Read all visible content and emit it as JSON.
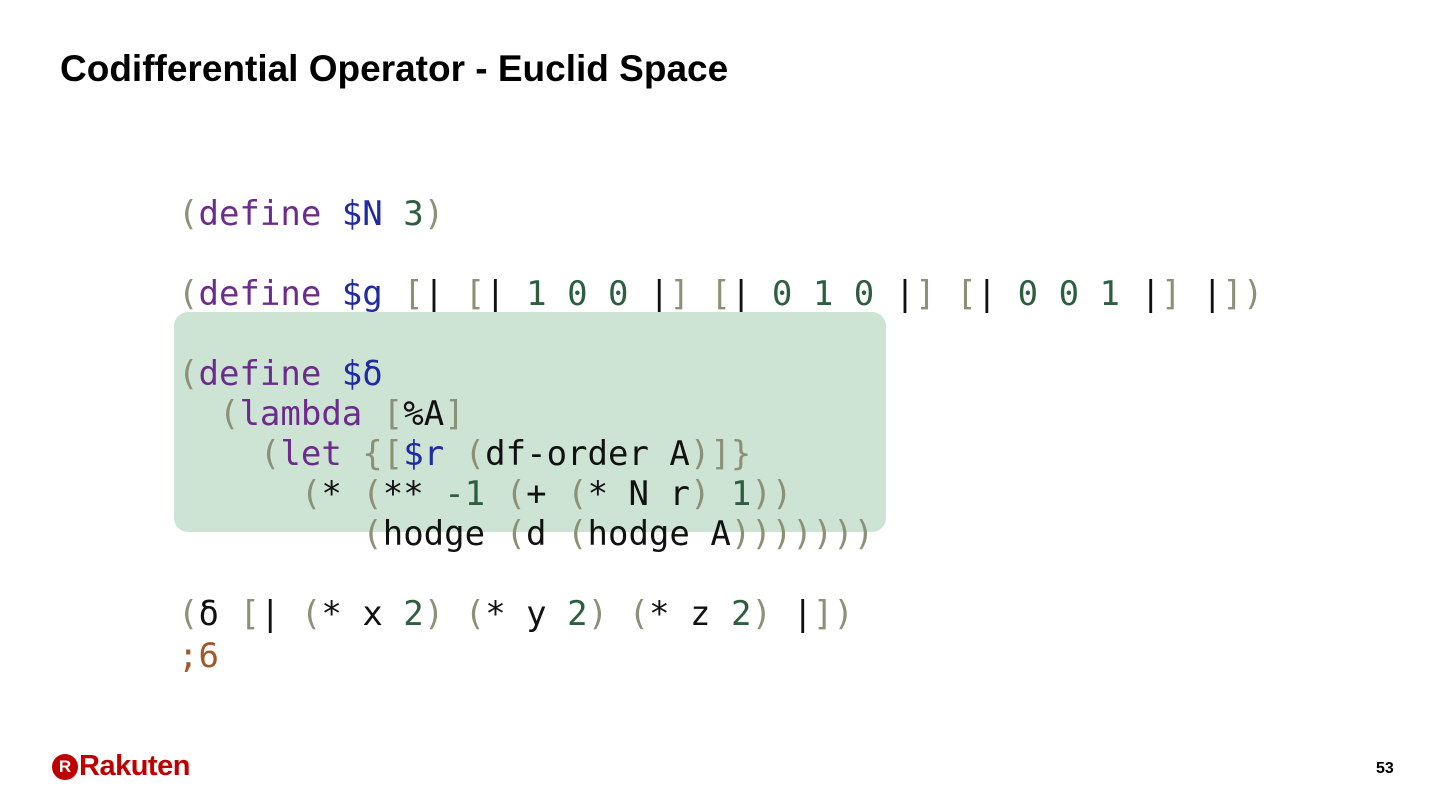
{
  "slide": {
    "title": "Codifferential Operator - Euclid Space",
    "page_number": "53"
  },
  "brand": {
    "logo_mark": "R",
    "logo_text": "Rakuten",
    "color": "#bf0000"
  },
  "colors": {
    "paren": "#8c9076",
    "keyword": "#6e2b8e",
    "variable": "#1f2aa3",
    "number": "#2c5e3f",
    "comment": "#a0592b",
    "highlight_bg": "#cde3d3"
  },
  "code": {
    "line_n": [
      {
        "t": "(",
        "c": "p"
      },
      {
        "t": "define",
        "c": "kw"
      },
      {
        "t": " "
      },
      {
        "t": "$N",
        "c": "v"
      },
      {
        "t": " "
      },
      {
        "t": "3",
        "c": "n"
      },
      {
        "t": ")",
        "c": "p"
      }
    ],
    "line_g": [
      {
        "t": "(",
        "c": "p"
      },
      {
        "t": "define",
        "c": "kw"
      },
      {
        "t": " "
      },
      {
        "t": "$g",
        "c": "v"
      },
      {
        "t": " "
      },
      {
        "t": "[",
        "c": "p"
      },
      {
        "t": "|",
        "c": "t"
      },
      {
        "t": " "
      },
      {
        "t": "[",
        "c": "p"
      },
      {
        "t": "|",
        "c": "t"
      },
      {
        "t": " "
      },
      {
        "t": "1 0 0",
        "c": "n"
      },
      {
        "t": " "
      },
      {
        "t": "|",
        "c": "t"
      },
      {
        "t": "]",
        "c": "p"
      },
      {
        "t": " "
      },
      {
        "t": "[",
        "c": "p"
      },
      {
        "t": "|",
        "c": "t"
      },
      {
        "t": " "
      },
      {
        "t": "0 1 0",
        "c": "n"
      },
      {
        "t": " "
      },
      {
        "t": "|",
        "c": "t"
      },
      {
        "t": "]",
        "c": "p"
      },
      {
        "t": " "
      },
      {
        "t": "[",
        "c": "p"
      },
      {
        "t": "|",
        "c": "t"
      },
      {
        "t": " "
      },
      {
        "t": "0 0 1",
        "c": "n"
      },
      {
        "t": " "
      },
      {
        "t": "|",
        "c": "t"
      },
      {
        "t": "]",
        "c": "p"
      },
      {
        "t": " "
      },
      {
        "t": "|",
        "c": "t"
      },
      {
        "t": "]",
        "c": "p"
      },
      {
        "t": ")",
        "c": "p"
      }
    ],
    "block_delta": [
      {
        "t": "(",
        "c": "p"
      },
      {
        "t": "define",
        "c": "kw"
      },
      {
        "t": " "
      },
      {
        "t": "$δ",
        "c": "v"
      },
      {
        "t": "\n"
      },
      {
        "t": "  "
      },
      {
        "t": "(",
        "c": "p"
      },
      {
        "t": "lambda",
        "c": "kw"
      },
      {
        "t": " "
      },
      {
        "t": "[",
        "c": "p"
      },
      {
        "t": "%A",
        "c": "t"
      },
      {
        "t": "]",
        "c": "p"
      },
      {
        "t": "\n"
      },
      {
        "t": "    "
      },
      {
        "t": "(",
        "c": "p"
      },
      {
        "t": "let",
        "c": "kw"
      },
      {
        "t": " "
      },
      {
        "t": "{[",
        "c": "p"
      },
      {
        "t": "$r",
        "c": "v"
      },
      {
        "t": " "
      },
      {
        "t": "(",
        "c": "p"
      },
      {
        "t": "df-order A",
        "c": "t"
      },
      {
        "t": ")]}",
        "c": "p"
      },
      {
        "t": "\n"
      },
      {
        "t": "      "
      },
      {
        "t": "(",
        "c": "p"
      },
      {
        "t": "*",
        "c": "t"
      },
      {
        "t": " "
      },
      {
        "t": "(",
        "c": "p"
      },
      {
        "t": "**",
        "c": "t"
      },
      {
        "t": " "
      },
      {
        "t": "-1",
        "c": "n"
      },
      {
        "t": " "
      },
      {
        "t": "(",
        "c": "p"
      },
      {
        "t": "+",
        "c": "t"
      },
      {
        "t": " "
      },
      {
        "t": "(",
        "c": "p"
      },
      {
        "t": "* N r",
        "c": "t"
      },
      {
        "t": ")",
        "c": "p"
      },
      {
        "t": " "
      },
      {
        "t": "1",
        "c": "n"
      },
      {
        "t": "))",
        "c": "p"
      },
      {
        "t": "\n"
      },
      {
        "t": "         "
      },
      {
        "t": "(",
        "c": "p"
      },
      {
        "t": "hodge",
        "c": "t"
      },
      {
        "t": " "
      },
      {
        "t": "(",
        "c": "p"
      },
      {
        "t": "d",
        "c": "t"
      },
      {
        "t": " "
      },
      {
        "t": "(",
        "c": "p"
      },
      {
        "t": "hodge A",
        "c": "t"
      },
      {
        "t": ")))))))",
        "c": "p"
      }
    ],
    "line_delta_call": [
      {
        "t": "(",
        "c": "p"
      },
      {
        "t": "δ",
        "c": "t"
      },
      {
        "t": " "
      },
      {
        "t": "[",
        "c": "p"
      },
      {
        "t": "|",
        "c": "t"
      },
      {
        "t": " "
      },
      {
        "t": "(",
        "c": "p"
      },
      {
        "t": "* x",
        "c": "t"
      },
      {
        "t": " "
      },
      {
        "t": "2",
        "c": "n"
      },
      {
        "t": ")",
        "c": "p"
      },
      {
        "t": " "
      },
      {
        "t": "(",
        "c": "p"
      },
      {
        "t": "* y",
        "c": "t"
      },
      {
        "t": " "
      },
      {
        "t": "2",
        "c": "n"
      },
      {
        "t": ")",
        "c": "p"
      },
      {
        "t": " "
      },
      {
        "t": "(",
        "c": "p"
      },
      {
        "t": "* z",
        "c": "t"
      },
      {
        "t": " "
      },
      {
        "t": "2",
        "c": "n"
      },
      {
        "t": ")",
        "c": "p"
      },
      {
        "t": " "
      },
      {
        "t": "|",
        "c": "t"
      },
      {
        "t": "])",
        "c": "p"
      }
    ],
    "line_result": [
      {
        "t": ";6",
        "c": "c"
      }
    ]
  }
}
